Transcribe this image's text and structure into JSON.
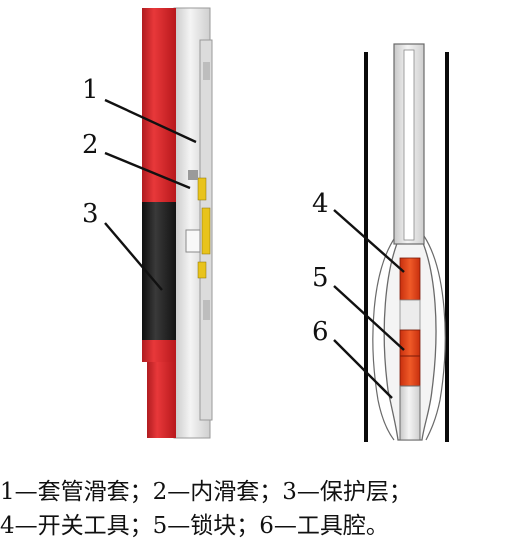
{
  "diagram": {
    "callouts": [
      {
        "id": "1",
        "text": "1"
      },
      {
        "id": "2",
        "text": "2"
      },
      {
        "id": "3",
        "text": "3"
      },
      {
        "id": "4",
        "text": "4"
      },
      {
        "id": "5",
        "text": "5"
      },
      {
        "id": "6",
        "text": "6"
      }
    ],
    "legend": {
      "line1": "1—套管滑套；2—内滑套；3—保护层；",
      "line2": "4—开关工具；5—锁块；6—工具腔。"
    },
    "colors": {
      "casing_red": "#d8282c",
      "protective_black": "#1c1c1c",
      "sleeve_gray": "#e6e6e6",
      "lock_yellow": "#e8c31c",
      "tool_orange": "#e24a1c",
      "wall_black": "#0a0a0a"
    }
  }
}
